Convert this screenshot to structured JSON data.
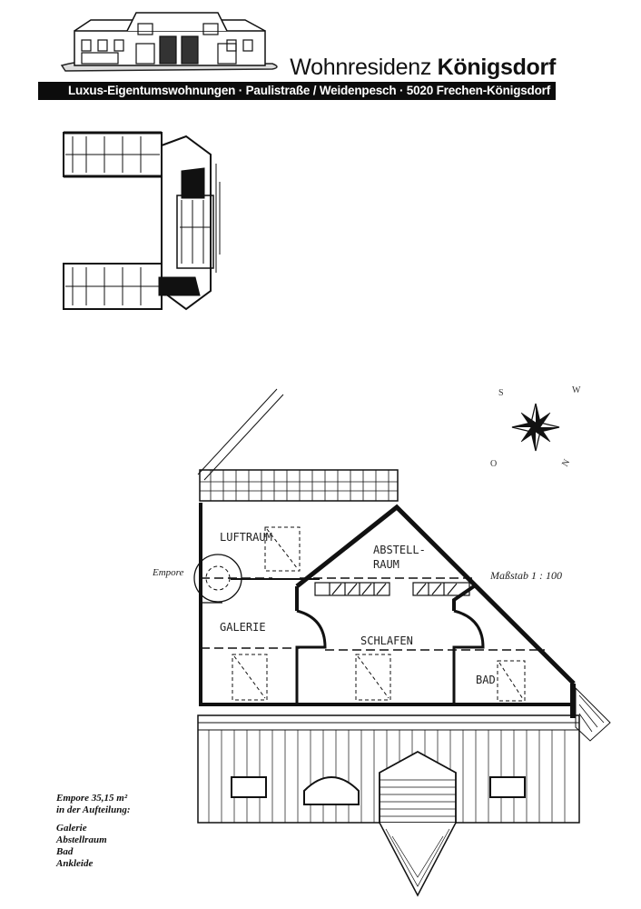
{
  "header": {
    "title_regular": "Wohnresidenz ",
    "title_bold": "Königsdorf",
    "subtitle_bar": "Luxus-Eigentumswohnungen · Paulistraße / Weidenpesch · 5020 Frechen-Königsdorf"
  },
  "plan": {
    "rooms": {
      "luftraum": "LUFTRAUM",
      "abstell_1": "ABSTELL-",
      "abstell_2": "RAUM",
      "galerie": "GALERIE",
      "schlafen": "SCHLAFEN",
      "bad": "BAD"
    },
    "empore_label": "Empore",
    "scale": "Maßstab 1 : 100",
    "compass": {
      "s": "S",
      "w": "W",
      "o": "O",
      "n": "N"
    }
  },
  "notes": {
    "area_line": "Empore 35,15 m²",
    "division_line": "in der Aufteilung:",
    "items": [
      "Galerie",
      "Abstellraum",
      "Bad",
      "Ankleide"
    ]
  }
}
